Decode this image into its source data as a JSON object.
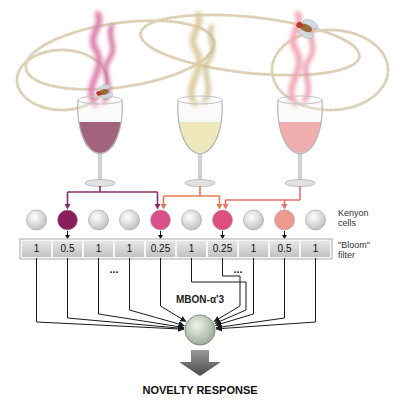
{
  "diagram": {
    "nodes": [
      {
        "text": [
          "1"
        ]
      },
      {
        "text": [
          "0.5"
        ]
      },
      {
        "text": [
          "1"
        ]
      },
      {
        "text": [
          "1"
        ]
      },
      {
        "text": [
          "0.25"
        ]
      },
      {
        "text": [
          "1"
        ]
      },
      {
        "text": [
          "0.25"
        ]
      },
      {
        "text": [
          "1"
        ]
      },
      {
        "text": [
          "0.5"
        ]
      },
      {
        "text": [
          "1"
        ]
      },
      {
        "text": [
          "MBON-α'3"
        ]
      }
    ],
    "edges": [
      {
        "from": 0,
        "to": 10,
        "arrow": "to"
      },
      {
        "from": 1,
        "to": 10,
        "arrow": "to"
      },
      {
        "from": 2,
        "to": 10,
        "arrow": "to"
      },
      {
        "from": 3,
        "to": 10,
        "arrow": "to"
      },
      {
        "from": 4,
        "to": 10,
        "arrow": "to"
      },
      {
        "from": 5,
        "to": 10,
        "arrow": "to"
      },
      {
        "from": 6,
        "to": 10,
        "arrow": "to"
      },
      {
        "from": 7,
        "to": 10,
        "arrow": "to"
      },
      {
        "from": 8,
        "to": 10,
        "arrow": "to"
      },
      {
        "from": 9,
        "to": 10,
        "arrow": "to"
      }
    ],
    "labels": [
      "Kenyon cells",
      "\"Bloom\" filter",
      "...",
      "...",
      "NOVELTY RESPONSE"
    ]
  }
}
